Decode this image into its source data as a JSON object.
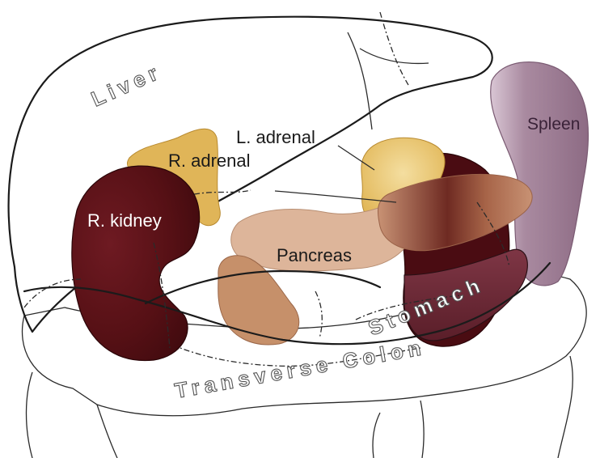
{
  "labels": {
    "liver": "Liver",
    "spleen": "Spleen",
    "l_adrenal": "L. adrenal",
    "r_adrenal": "R. adrenal",
    "r_kidney": "R. kidney",
    "pancreas": "Pancreas",
    "stomach": "Stomach",
    "transverse_colon": "Transverse Colon"
  },
  "colors": {
    "kidney": "#5a1218",
    "adrenal": "#e2b85a",
    "pancreas": "#dcb095",
    "pancreas_head": "#c48e66",
    "spleen": "#9c7a93",
    "stomach_fill": "#6a2a36"
  }
}
